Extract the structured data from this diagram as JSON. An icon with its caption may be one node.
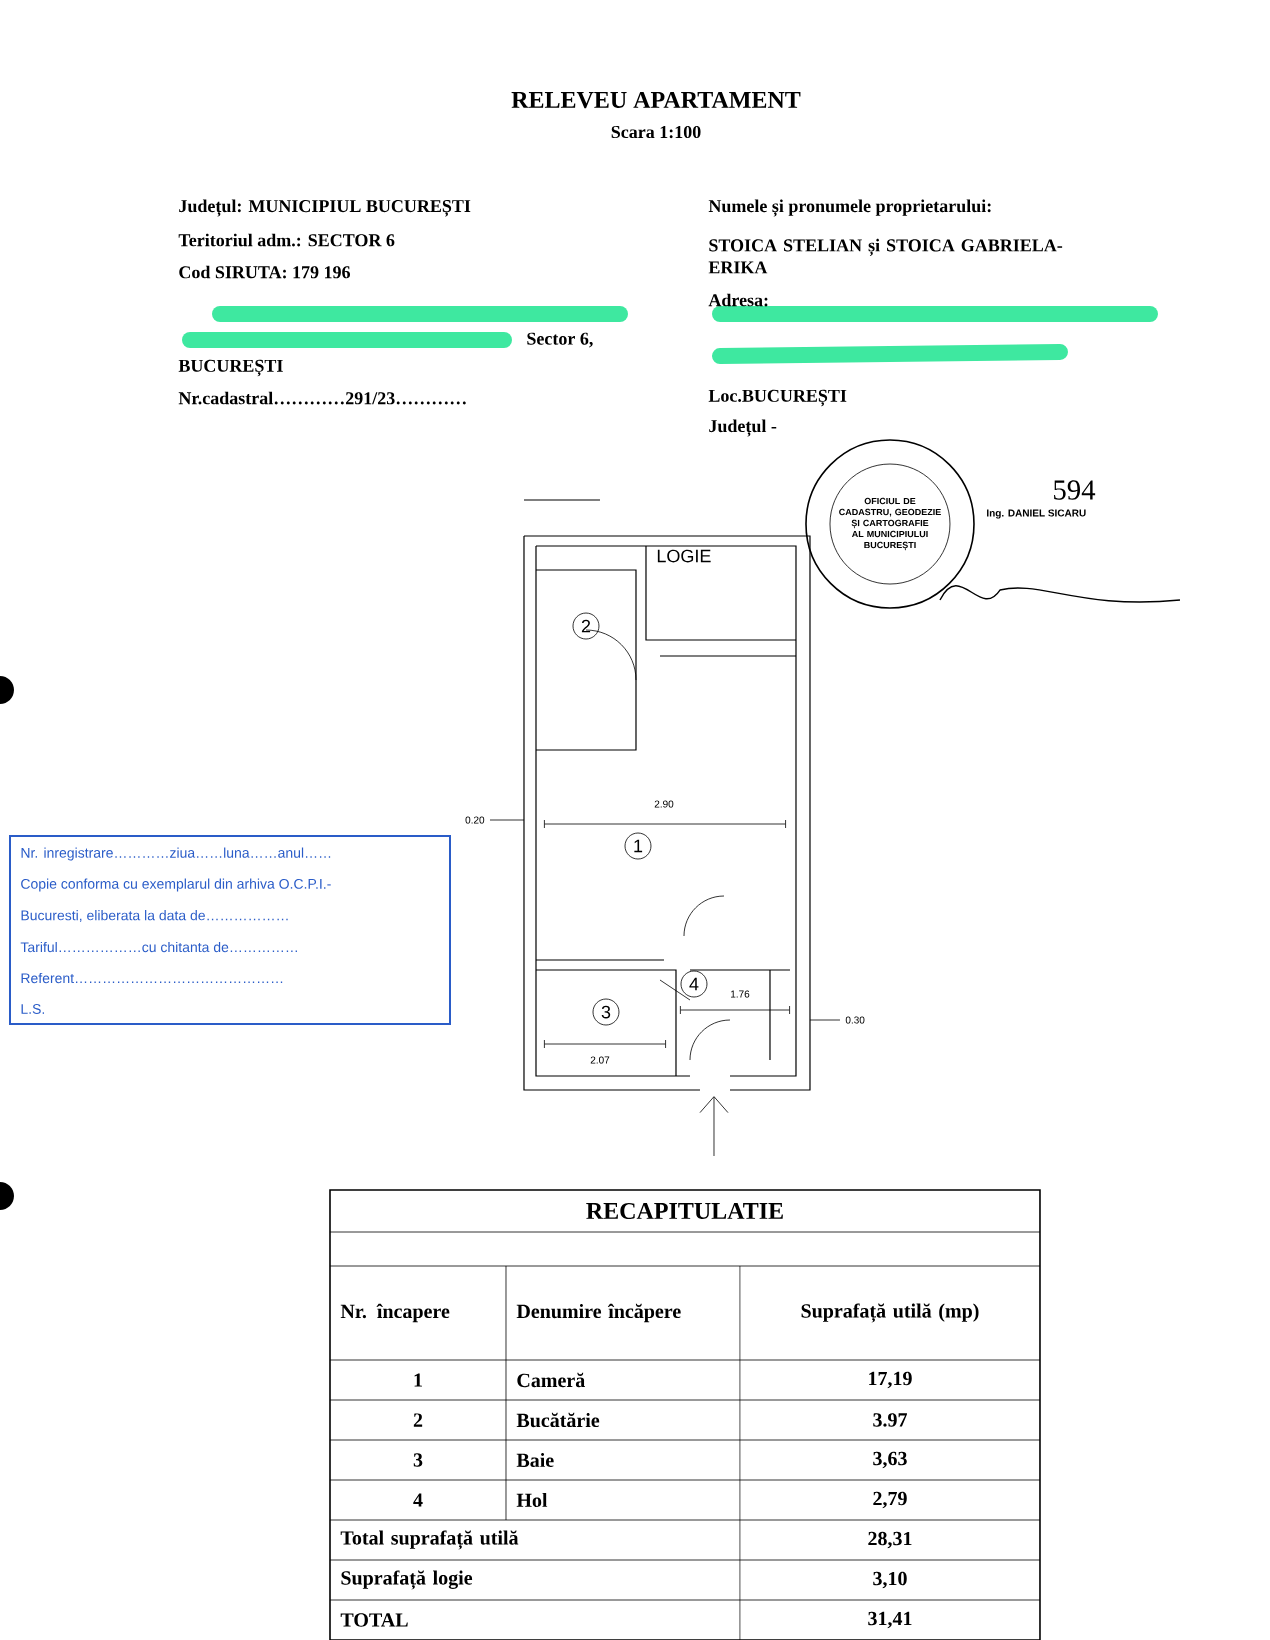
{
  "diagram": {
    "title": "RELEVEU APARTAMENT",
    "labels": [
      "Scara 1:100",
      "Județul: MUNICIPIUL BUCUREȘTI",
      "Teritoriul adm.: SECTOR 6",
      "Cod SIRUTA: 179 196",
      "Sector 6,",
      "BUCUREȘTI",
      "Nr.cadastral…………291/23…………",
      "Numele și pronumele proprietarului:",
      "STOICA STELIAN și STOICA GABRIELA-ERIKA",
      "Adresa:",
      "Loc.BUCUREȘTI",
      "Județul -",
      "594",
      "OFICIUL DE CADASTRU, GEODEZIE ȘI CARTOGRAFIE AL MUNICIPIULUI BUCUREȘTI",
      "Ing. DANIEL SICARU",
      "LOGIE",
      "2.90",
      "2.07",
      "1.76",
      "0.30",
      "0.20",
      "1",
      "2",
      "3",
      "4",
      "Nr. inregistrare…………ziua……luna……anul……",
      "Copie conforma cu exemplarul din arhiva O.C.P.I.-",
      "Bucuresti, eliberata la data de………………",
      "Tariful………………cu chitanta de……………",
      "Referent………………………………………",
      "L.S.",
      "RECAPITULATIE",
      "Nr. încapere",
      "Denumire încăpere",
      "Suprafață utilă (mp)",
      "1",
      "Cameră",
      "17,19",
      "2",
      "Bucătărie",
      "3.97",
      "3",
      "Baie",
      "3,63",
      "4",
      "Hol",
      "2,79",
      "Total suprafață utilă",
      "28,31",
      "Suprafață logie",
      "3,10",
      "TOTAL",
      "31,41"
    ]
  }
}
